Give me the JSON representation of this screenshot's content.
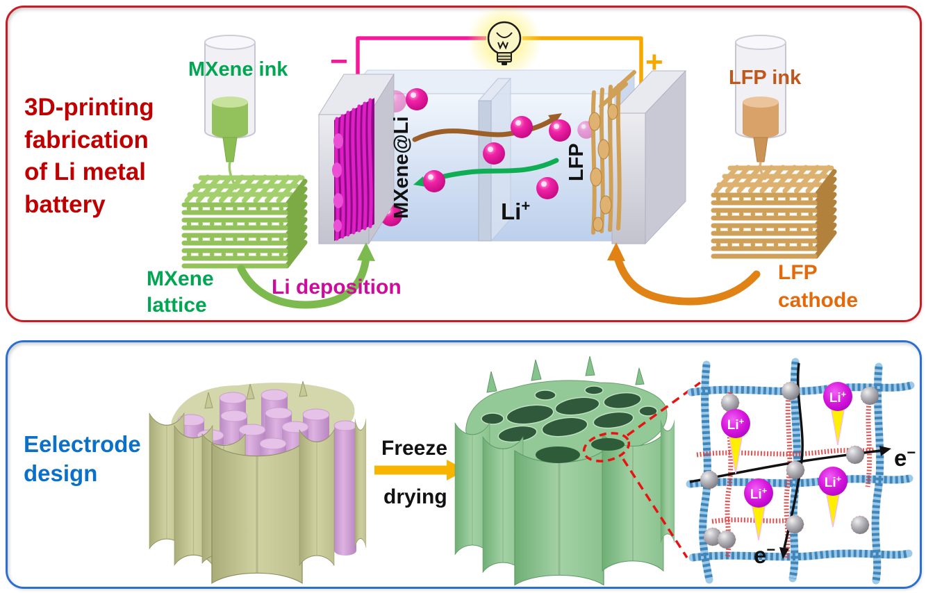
{
  "colors": {
    "panel_top_border": "#c41e25",
    "panel_bottom_border": "#2b6fd0",
    "title_red": "#c00000",
    "green_label": "#00a651",
    "magenta_label": "#cf0b9b",
    "wire_negative": "#f5189a",
    "wire_positive": "#f7a800",
    "lfp_ink_label_color": "#c0571b",
    "lfp_cathode_label_color": "#e3690b",
    "blue_title": "#0b70c8",
    "freeze_arrow": "#f7b500",
    "li_ion_sphere": "#ee0f9e",
    "mxene_lattice_green": "#93c15c",
    "lfp_lattice_tan": "#d0a057",
    "anode_coating_magenta": "#e01ec6"
  },
  "top_panel": {
    "title_lines": [
      "3D-printing",
      "fabrication",
      "of Li metal",
      "battery"
    ],
    "mxene_ink_label": "MXene ink",
    "mxene_lattice_label_lines": [
      "MXene",
      "lattice"
    ],
    "li_deposition_label": "Li deposition",
    "negative_sign": "−",
    "positive_sign": "+",
    "anode_label": "MXene@Li",
    "separator_ion_label": {
      "base": "Li",
      "sup": "+"
    },
    "cathode_material_label": "LFP",
    "lfp_ink_label": "LFP ink",
    "lfp_cathode_label_lines": [
      "LFP",
      "cathode"
    ]
  },
  "bottom_panel": {
    "title_lines": [
      "Eelectrode",
      "design"
    ],
    "freeze_label": "Freeze",
    "drying_label": "drying",
    "zoom_view": {
      "li_ion_label": {
        "base": "Li",
        "sup": "+"
      },
      "electron_label": {
        "base": "e",
        "sup": "−"
      }
    }
  }
}
